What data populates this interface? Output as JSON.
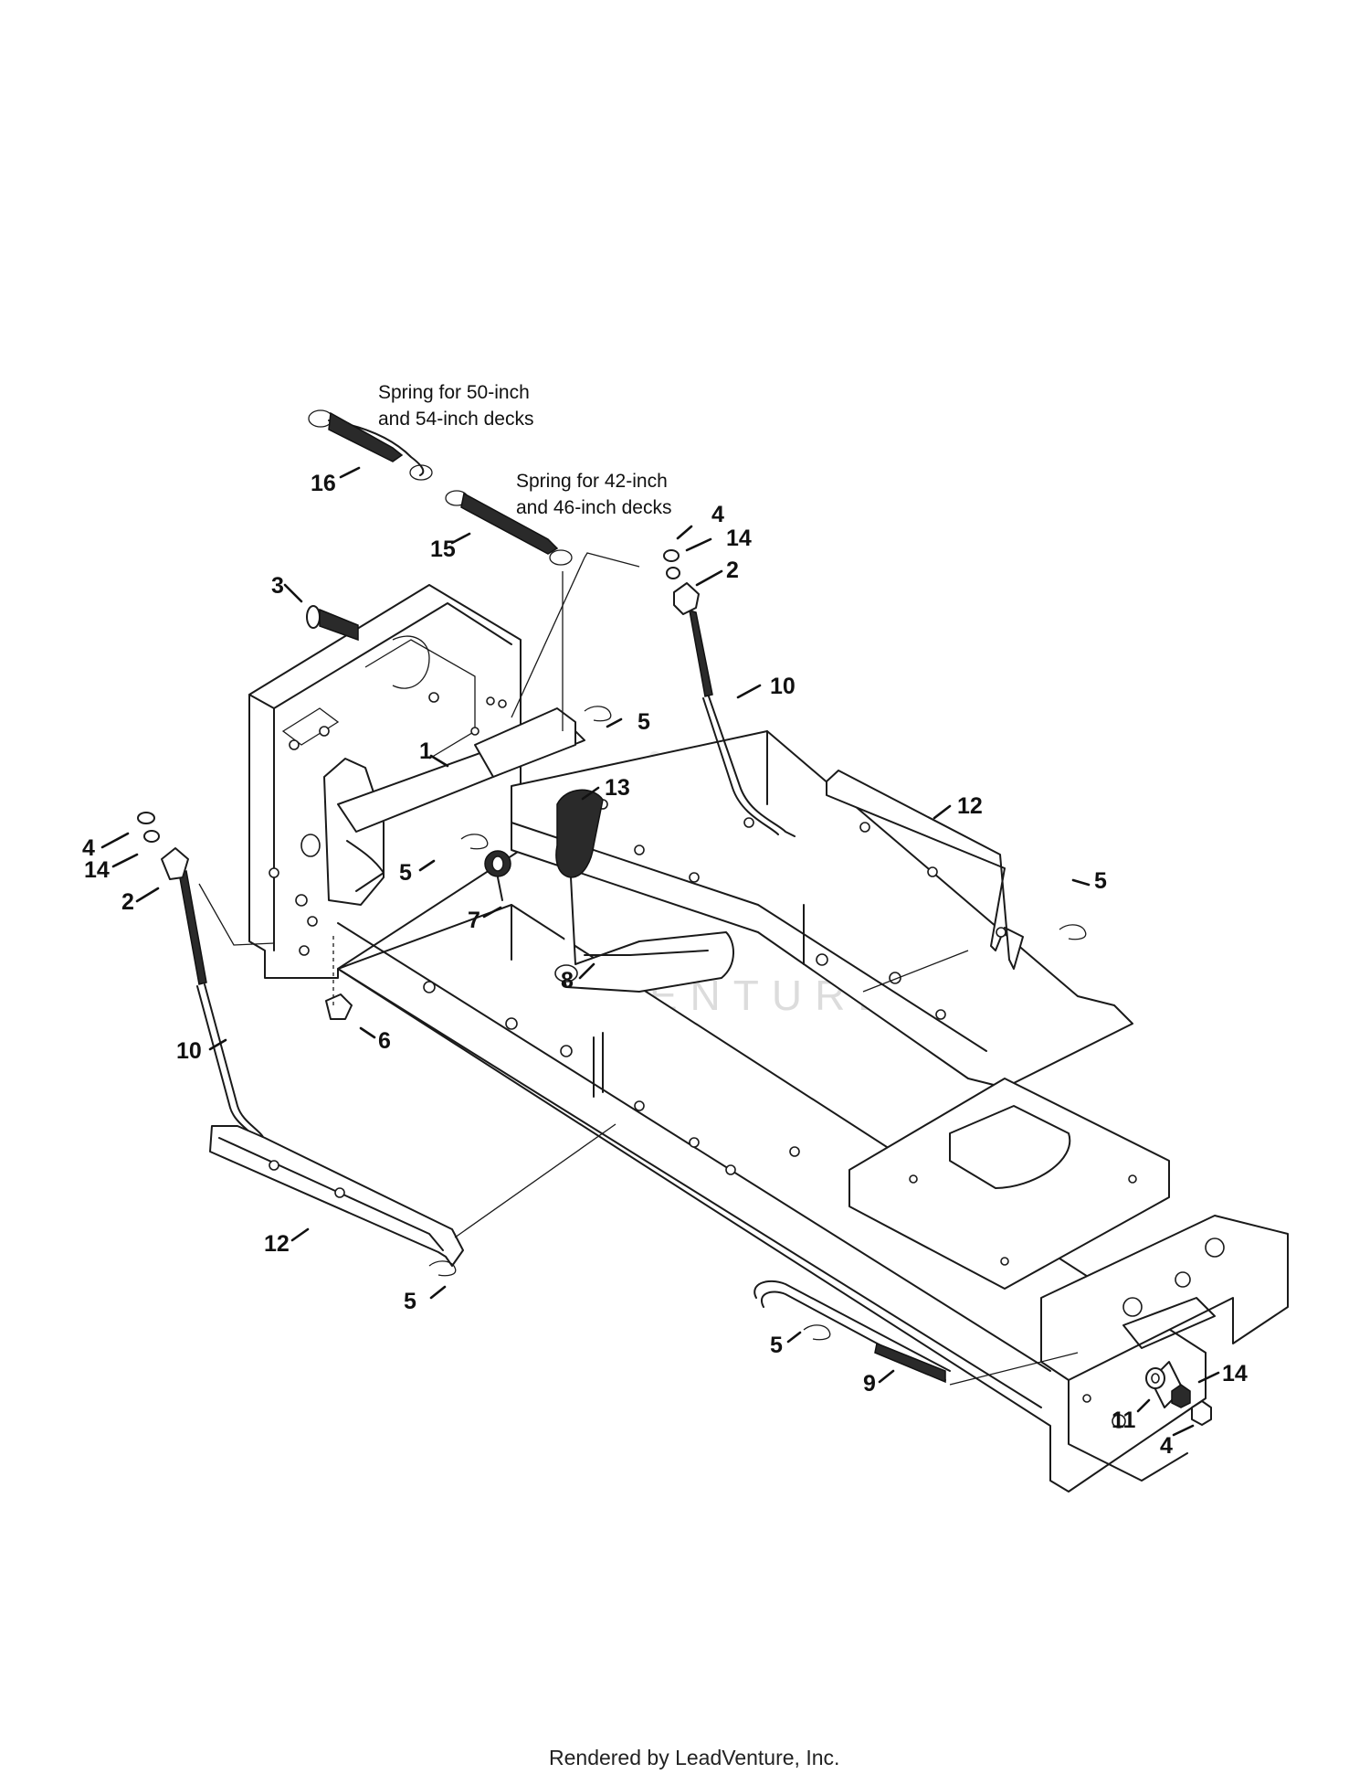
{
  "diagram": {
    "notes": [
      {
        "id": "note-16",
        "lines": [
          "Spring for 50-inch",
          "and 54-inch decks"
        ]
      },
      {
        "id": "note-15",
        "lines": [
          "Spring for 42-inch",
          "and 46-inch decks"
        ]
      }
    ],
    "callouts": [
      {
        "id": "c16",
        "label": "16"
      },
      {
        "id": "c15",
        "label": "15"
      },
      {
        "id": "c3",
        "label": "3"
      },
      {
        "id": "c4a",
        "label": "4"
      },
      {
        "id": "c14a",
        "label": "14"
      },
      {
        "id": "c2a",
        "label": "2"
      },
      {
        "id": "c10a",
        "label": "10"
      },
      {
        "id": "c5a",
        "label": "5"
      },
      {
        "id": "c1",
        "label": "1"
      },
      {
        "id": "c13",
        "label": "13"
      },
      {
        "id": "c12a",
        "label": "12"
      },
      {
        "id": "c4b",
        "label": "4"
      },
      {
        "id": "c14b",
        "label": "14"
      },
      {
        "id": "c2b",
        "label": "2"
      },
      {
        "id": "c5b",
        "label": "5"
      },
      {
        "id": "c7",
        "label": "7"
      },
      {
        "id": "c5c",
        "label": "5"
      },
      {
        "id": "c8",
        "label": "8"
      },
      {
        "id": "c6",
        "label": "6"
      },
      {
        "id": "c10b",
        "label": "10"
      },
      {
        "id": "c12b",
        "label": "12"
      },
      {
        "id": "c5d",
        "label": "5"
      },
      {
        "id": "c5e",
        "label": "5"
      },
      {
        "id": "c9",
        "label": "9"
      },
      {
        "id": "c14c",
        "label": "14"
      },
      {
        "id": "c11",
        "label": "11"
      },
      {
        "id": "c4c",
        "label": "4"
      }
    ],
    "watermark": "LEADVENTURE",
    "footer": "Rendered by LeadVenture, Inc."
  }
}
